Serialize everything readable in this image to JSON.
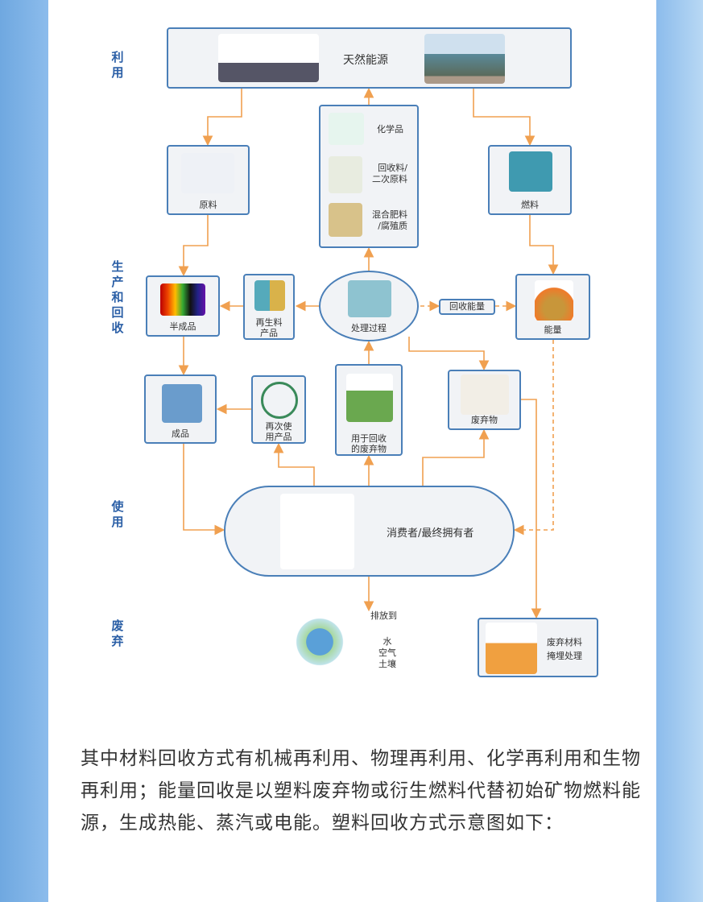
{
  "stages": {
    "use1": "利用",
    "production": "生产和回收",
    "use2": "使用",
    "discard": "废弃"
  },
  "nodes": {
    "natural": "天然能源",
    "chemicals": "化学品",
    "recycled_material": "回收料/\n二次原料",
    "compost": "混合肥料\n/腐殖质",
    "raw": "原料",
    "fuel": "燃料",
    "semi": "半成品",
    "regen": "再生料\n产品",
    "process": "处理过程",
    "recover_energy": "回收能量",
    "energy": "能量",
    "product": "成品",
    "reuse": "再次使\n用产品",
    "waste_recycle": "用于回收\n的废弃物",
    "waste": "废弃物",
    "consumer": "消费者/最终拥有者",
    "emit": "排放到",
    "emit_targets": "水\n空气\n土壤",
    "landfill": "废弃材料\n掩埋处理"
  },
  "paragraph": "其中材料回收方式有机械再利用、物理再利用、化学再利用和生物再利用；能量回收是以塑料废弃物或衍生燃料代替初始矿物燃料能源，生成热能、蒸汽或电能。塑料回收方式示意图如下：",
  "colors": {
    "arrow": "#f0a050",
    "border": "#4a7fb8",
    "label": "#2b5fa6"
  }
}
